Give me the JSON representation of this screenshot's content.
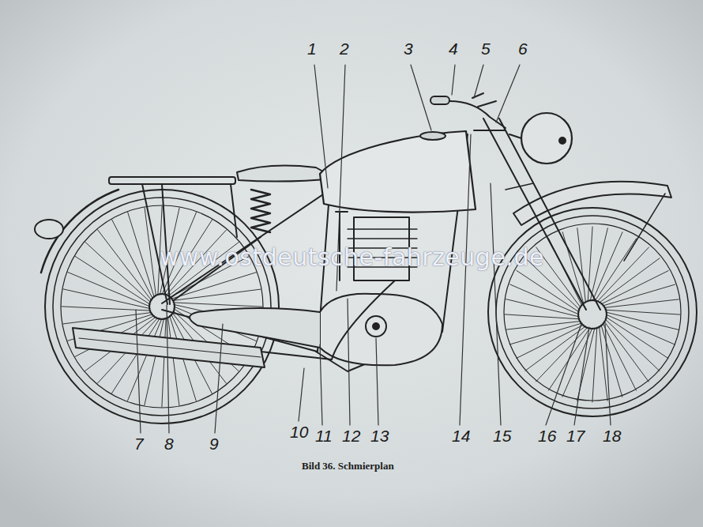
{
  "diagram": {
    "caption": "Bild 36. Schmierplan",
    "labels": [
      "1",
      "2",
      "3",
      "4",
      "5",
      "6",
      "7",
      "8",
      "9",
      "10",
      "11",
      "12",
      "13",
      "14",
      "15",
      "16",
      "17",
      "18",
      "www.ostdeutsche-fahrzeuge.de"
    ]
  }
}
